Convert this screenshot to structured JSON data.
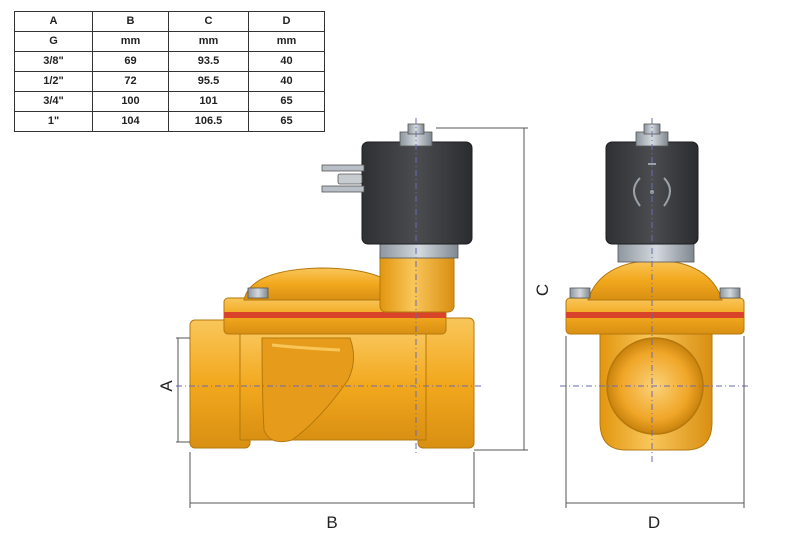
{
  "table": {
    "headers": [
      "A",
      "B",
      "C",
      "D"
    ],
    "units": [
      "G",
      "mm",
      "mm",
      "mm"
    ],
    "rows": [
      [
        "3/8\"",
        "69",
        "93.5",
        "40"
      ],
      [
        "1/2\"",
        "72",
        "95.5",
        "40"
      ],
      [
        "3/4\"",
        "100",
        "101",
        "65"
      ],
      [
        "1\"",
        "104",
        "106.5",
        "65"
      ]
    ]
  },
  "dimensions": {
    "a": "A",
    "b": "B",
    "c": "C",
    "d": "D"
  },
  "colors": {
    "brass": "#f2a81d",
    "brass_light": "#f7c04a",
    "brass_dark": "#c9820c",
    "coil": "#3d3f42",
    "red_band": "#d8432a",
    "steel": "#a9b2bb"
  }
}
